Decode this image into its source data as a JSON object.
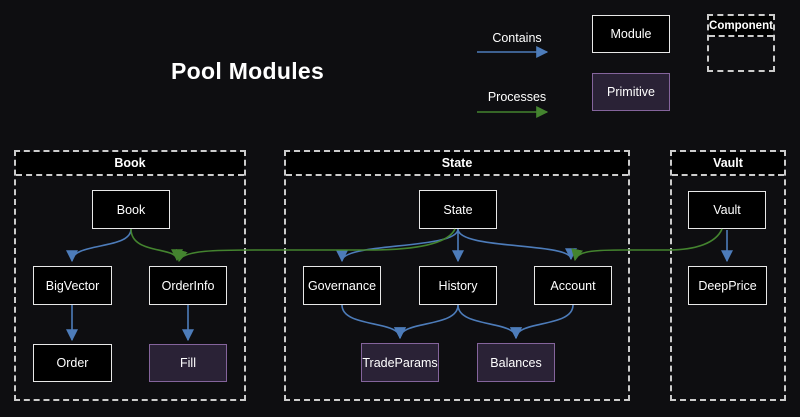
{
  "title": "Pool Modules",
  "legend": {
    "contains_label": "Contains",
    "processes_label": "Processes",
    "module_label": "Module",
    "primitive_label": "Primitive",
    "component_label": "Component"
  },
  "containers": {
    "book": "Book",
    "state": "State",
    "vault": "Vault"
  },
  "nodes": {
    "book": "Book",
    "bigvector": "BigVector",
    "orderinfo": "OrderInfo",
    "order": "Order",
    "fill": "Fill",
    "state": "State",
    "governance": "Governance",
    "history": "History",
    "account": "Account",
    "tradeparams": "TradeParams",
    "balances": "Balances",
    "vault": "Vault",
    "deepprice": "DeepPrice"
  },
  "edges": {
    "contains": [
      [
        "Book",
        "BigVector"
      ],
      [
        "BigVector",
        "Order"
      ],
      [
        "OrderInfo",
        "Fill"
      ],
      [
        "State",
        "Governance"
      ],
      [
        "State",
        "History"
      ],
      [
        "State",
        "Account"
      ],
      [
        "Governance",
        "TradeParams"
      ],
      [
        "History",
        "TradeParams"
      ],
      [
        "History",
        "Balances"
      ],
      [
        "Account",
        "Balances"
      ],
      [
        "Vault",
        "DeepPrice"
      ]
    ],
    "processes": [
      [
        "Book",
        "OrderInfo"
      ],
      [
        "State",
        "OrderInfo"
      ],
      [
        "Vault",
        "Account"
      ]
    ]
  },
  "colors": {
    "background": "#0e0e11",
    "box_fill": "#000000",
    "box_border": "#e8e8e8",
    "primitive_fill": "#2a2236",
    "primitive_border": "#84649c",
    "dashed_border": "#cccccc",
    "contains_arrow": "#4d7cba",
    "processes_arrow": "#44842f",
    "text": "#ffffff"
  }
}
